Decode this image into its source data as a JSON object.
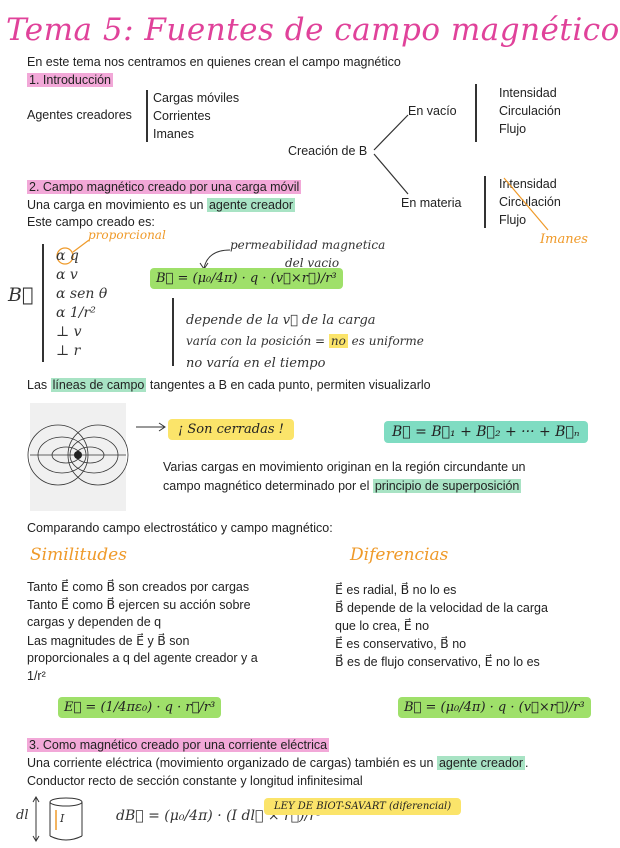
{
  "title": "Tema 5: Fuentes de campo magnético",
  "intro": "En este tema nos centramos en quienes crean el campo magnético",
  "sec1": "1. Introducción",
  "agentes": "Agentes creadores",
  "agentes_list": [
    "Cargas móviles",
    "Corrientes",
    "Imanes"
  ],
  "creacion": "Creación de B",
  "en_vacio": "En vacío",
  "en_materia": "En materia",
  "vacio_list": [
    "Intensidad",
    "Circulación",
    "Flujo"
  ],
  "materia_list": [
    "Intensidad",
    "Circulación",
    "Flujo"
  ],
  "imanes_note": "Imanes",
  "sec2": "2. Campo magnético creado por una carga móvil",
  "sec2_line1a": "Una carga en movimiento es un ",
  "sec2_line1b": "agente creador",
  "sec2_line2": "Este campo creado es:",
  "proporcional": "proporcional",
  "prop_list": [
    "α q",
    "α v",
    "α sen θ",
    "α 1/r²",
    "⊥ v",
    "⊥ r"
  ],
  "b_vec": "B⃗",
  "permeabilidad": "permeabilidad magnetica",
  "del_vacio": "del vacio",
  "formula_b_carga": "B⃗ = (μ₀/4π) · q · (v⃗×r⃗)/r³",
  "depende_list": [
    "depende de la v⃗ de la carga",
    "varía con la posición = ",
    "no",
    " es uniforme",
    "no varía en el tiempo"
  ],
  "lineas_a": "Las ",
  "lineas_b": "líneas de campo",
  "lineas_c": " tangentes a B en cada punto, permiten visualizarlo",
  "son_cerradas": "¡ Son cerradas !",
  "superposicion_formula": "B⃗ = B⃗₁ + B⃗₂ + ··· + B⃗ₙ",
  "varias_1": "Varias cargas en movimiento originan en la región circundante un",
  "varias_2a": "campo magnético determinado por el ",
  "varias_2b": "principio de superposición",
  "comparando": "Comparando campo electrostático y campo magnético:",
  "similitudes": "Similitudes",
  "diferencias": "Diferencias",
  "sim_list": [
    "Tanto E⃗ como B⃗ son creados por cargas",
    "Tanto E⃗  como B⃗ ejercen su acción sobre",
    "cargas y dependen de q",
    "Las magnitudes de E⃗ y B⃗ son",
    "proporcionales a q del agente creador y a",
    "1/r²"
  ],
  "dif_list": [
    "E⃗ es radial, B⃗ no lo es",
    "B⃗ depende de la velocidad de la carga",
    "que lo crea, E⃗ no",
    "E⃗ es conservativo, B⃗ no",
    "B⃗ es de flujo conservativo, E⃗ no lo es"
  ],
  "formula_e": "E⃗ = (1/4πε₀) · q · r⃗/r³",
  "formula_b2": "B⃗ = (μ₀/4π) · q · (v⃗×r⃗)/r³",
  "sec3": "3. Como magnético creado por una corriente eléctrica",
  "sec3_line1a": "Una corriente eléctrica (movimiento organizado de cargas) también es un ",
  "sec3_line1b": "agente creador",
  "sec3_line1c": ".",
  "sec3_line2": "Conductor recto de sección constante y longitud infinitesimal",
  "dl_label": "dl",
  "i_label": "I",
  "formula_biot": "dB⃗ = (μ₀/4π) · (I dl⃗ × r⃗)/r³",
  "biot_label": "LEY DE BIOT-SAVART (diferencial)"
}
